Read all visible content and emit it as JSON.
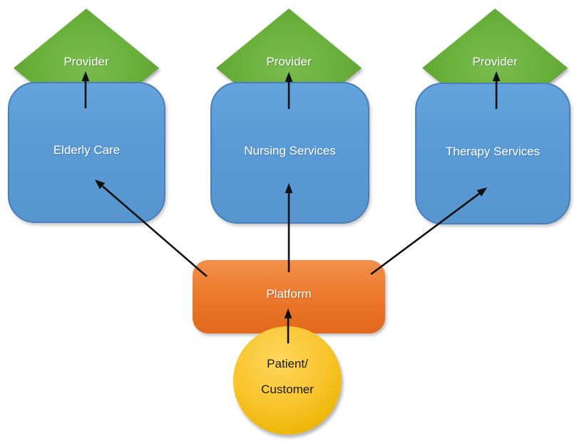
{
  "diagram": {
    "columns": [
      {
        "provider_label": "Provider",
        "service_label": "Elderly Care"
      },
      {
        "provider_label": "Provider",
        "service_label": "Nursing Services"
      },
      {
        "provider_label": "Provider",
        "service_label": "Therapy Services"
      }
    ],
    "platform": {
      "label": "Platform"
    },
    "customer": {
      "line1": "Patient/",
      "line2": "Customer"
    },
    "colors": {
      "provider_green": "#6ab23c",
      "service_blue": "#5b9bd5",
      "service_blue_border": "#4a7ebc",
      "platform_orange": "#ec7b2f",
      "customer_yellow": "#f3bd13",
      "arrow_black": "#111111",
      "label_white": "#ffffff",
      "label_black": "#1a1a1a",
      "background": "#ffffff"
    },
    "edges": [
      {
        "from": "patient-customer",
        "to": "platform"
      },
      {
        "from": "platform",
        "to": "elderly-care"
      },
      {
        "from": "platform",
        "to": "nursing-services"
      },
      {
        "from": "platform",
        "to": "therapy-services"
      },
      {
        "from": "elderly-care",
        "to": "provider-1"
      },
      {
        "from": "nursing-services",
        "to": "provider-2"
      },
      {
        "from": "therapy-services",
        "to": "provider-3"
      }
    ]
  }
}
